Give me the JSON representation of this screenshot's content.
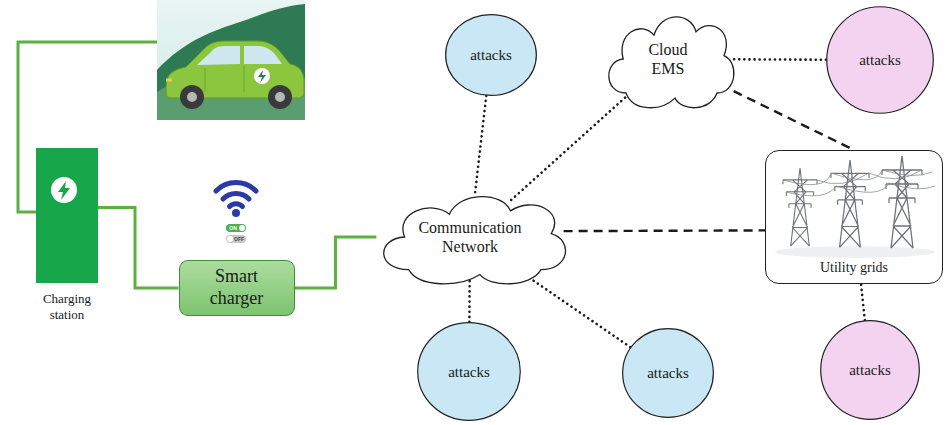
{
  "diagram": {
    "nodes": [
      {
        "text": [
          "Charging station"
        ]
      },
      {
        "text": [
          "Smart charger"
        ]
      },
      {
        "text": [
          "Communication Network"
        ]
      },
      {
        "text": [
          "Cloud EMS"
        ]
      },
      {
        "text": [
          "Utility grids"
        ]
      },
      {
        "text": [
          "attacks"
        ]
      },
      {
        "text": [
          "attacks"
        ]
      },
      {
        "text": [
          "attacks"
        ]
      },
      {
        "text": [
          "attacks"
        ]
      },
      {
        "text": [
          "attacks"
        ]
      }
    ],
    "edges": [
      {
        "from": 0,
        "to": 1,
        "arrow": "none"
      },
      {
        "from": 1,
        "to": 2,
        "arrow": "none"
      },
      {
        "from": 2,
        "to": 3,
        "arrow": "none"
      },
      {
        "from": 2,
        "to": 4,
        "arrow": "none"
      },
      {
        "from": 3,
        "to": 4,
        "arrow": "none"
      },
      {
        "from": 5,
        "to": 2,
        "arrow": "none"
      },
      {
        "from": 6,
        "to": 2,
        "arrow": "none"
      },
      {
        "from": 7,
        "to": 2,
        "arrow": "none"
      },
      {
        "from": 8,
        "to": 3,
        "arrow": "none"
      },
      {
        "from": 9,
        "to": 4,
        "arrow": "none"
      }
    ],
    "labels": [
      "ON",
      "OFF"
    ]
  }
}
